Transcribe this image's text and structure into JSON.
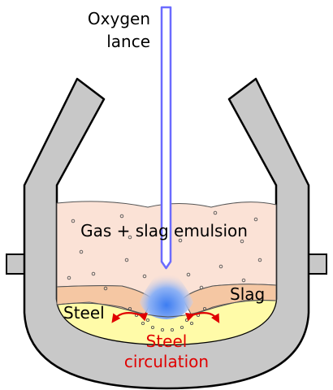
{
  "labels": {
    "lance_line1": "Oxygen",
    "lance_line2": "lance",
    "emulsion": "Gas + slag emulsion",
    "slag": "Slag",
    "steel": "Steel",
    "circulation_line1": "Steel",
    "circulation_line2": "circulation"
  },
  "colors": {
    "vessel_fill": "#c8c8c8",
    "vessel_stroke": "#000000",
    "emulsion_fill": "#fbe2d6",
    "slag_fill": "#f5c7a3",
    "steel_fill": "#fffba8",
    "lance_stroke": "#6b6bff",
    "jet_core": "#3d7df2",
    "circulation_color": "#e00000",
    "text_color": "#000000"
  },
  "icons": {
    "circulation_arrows": "curved-double-arrows",
    "bubbles": "small-circles"
  }
}
